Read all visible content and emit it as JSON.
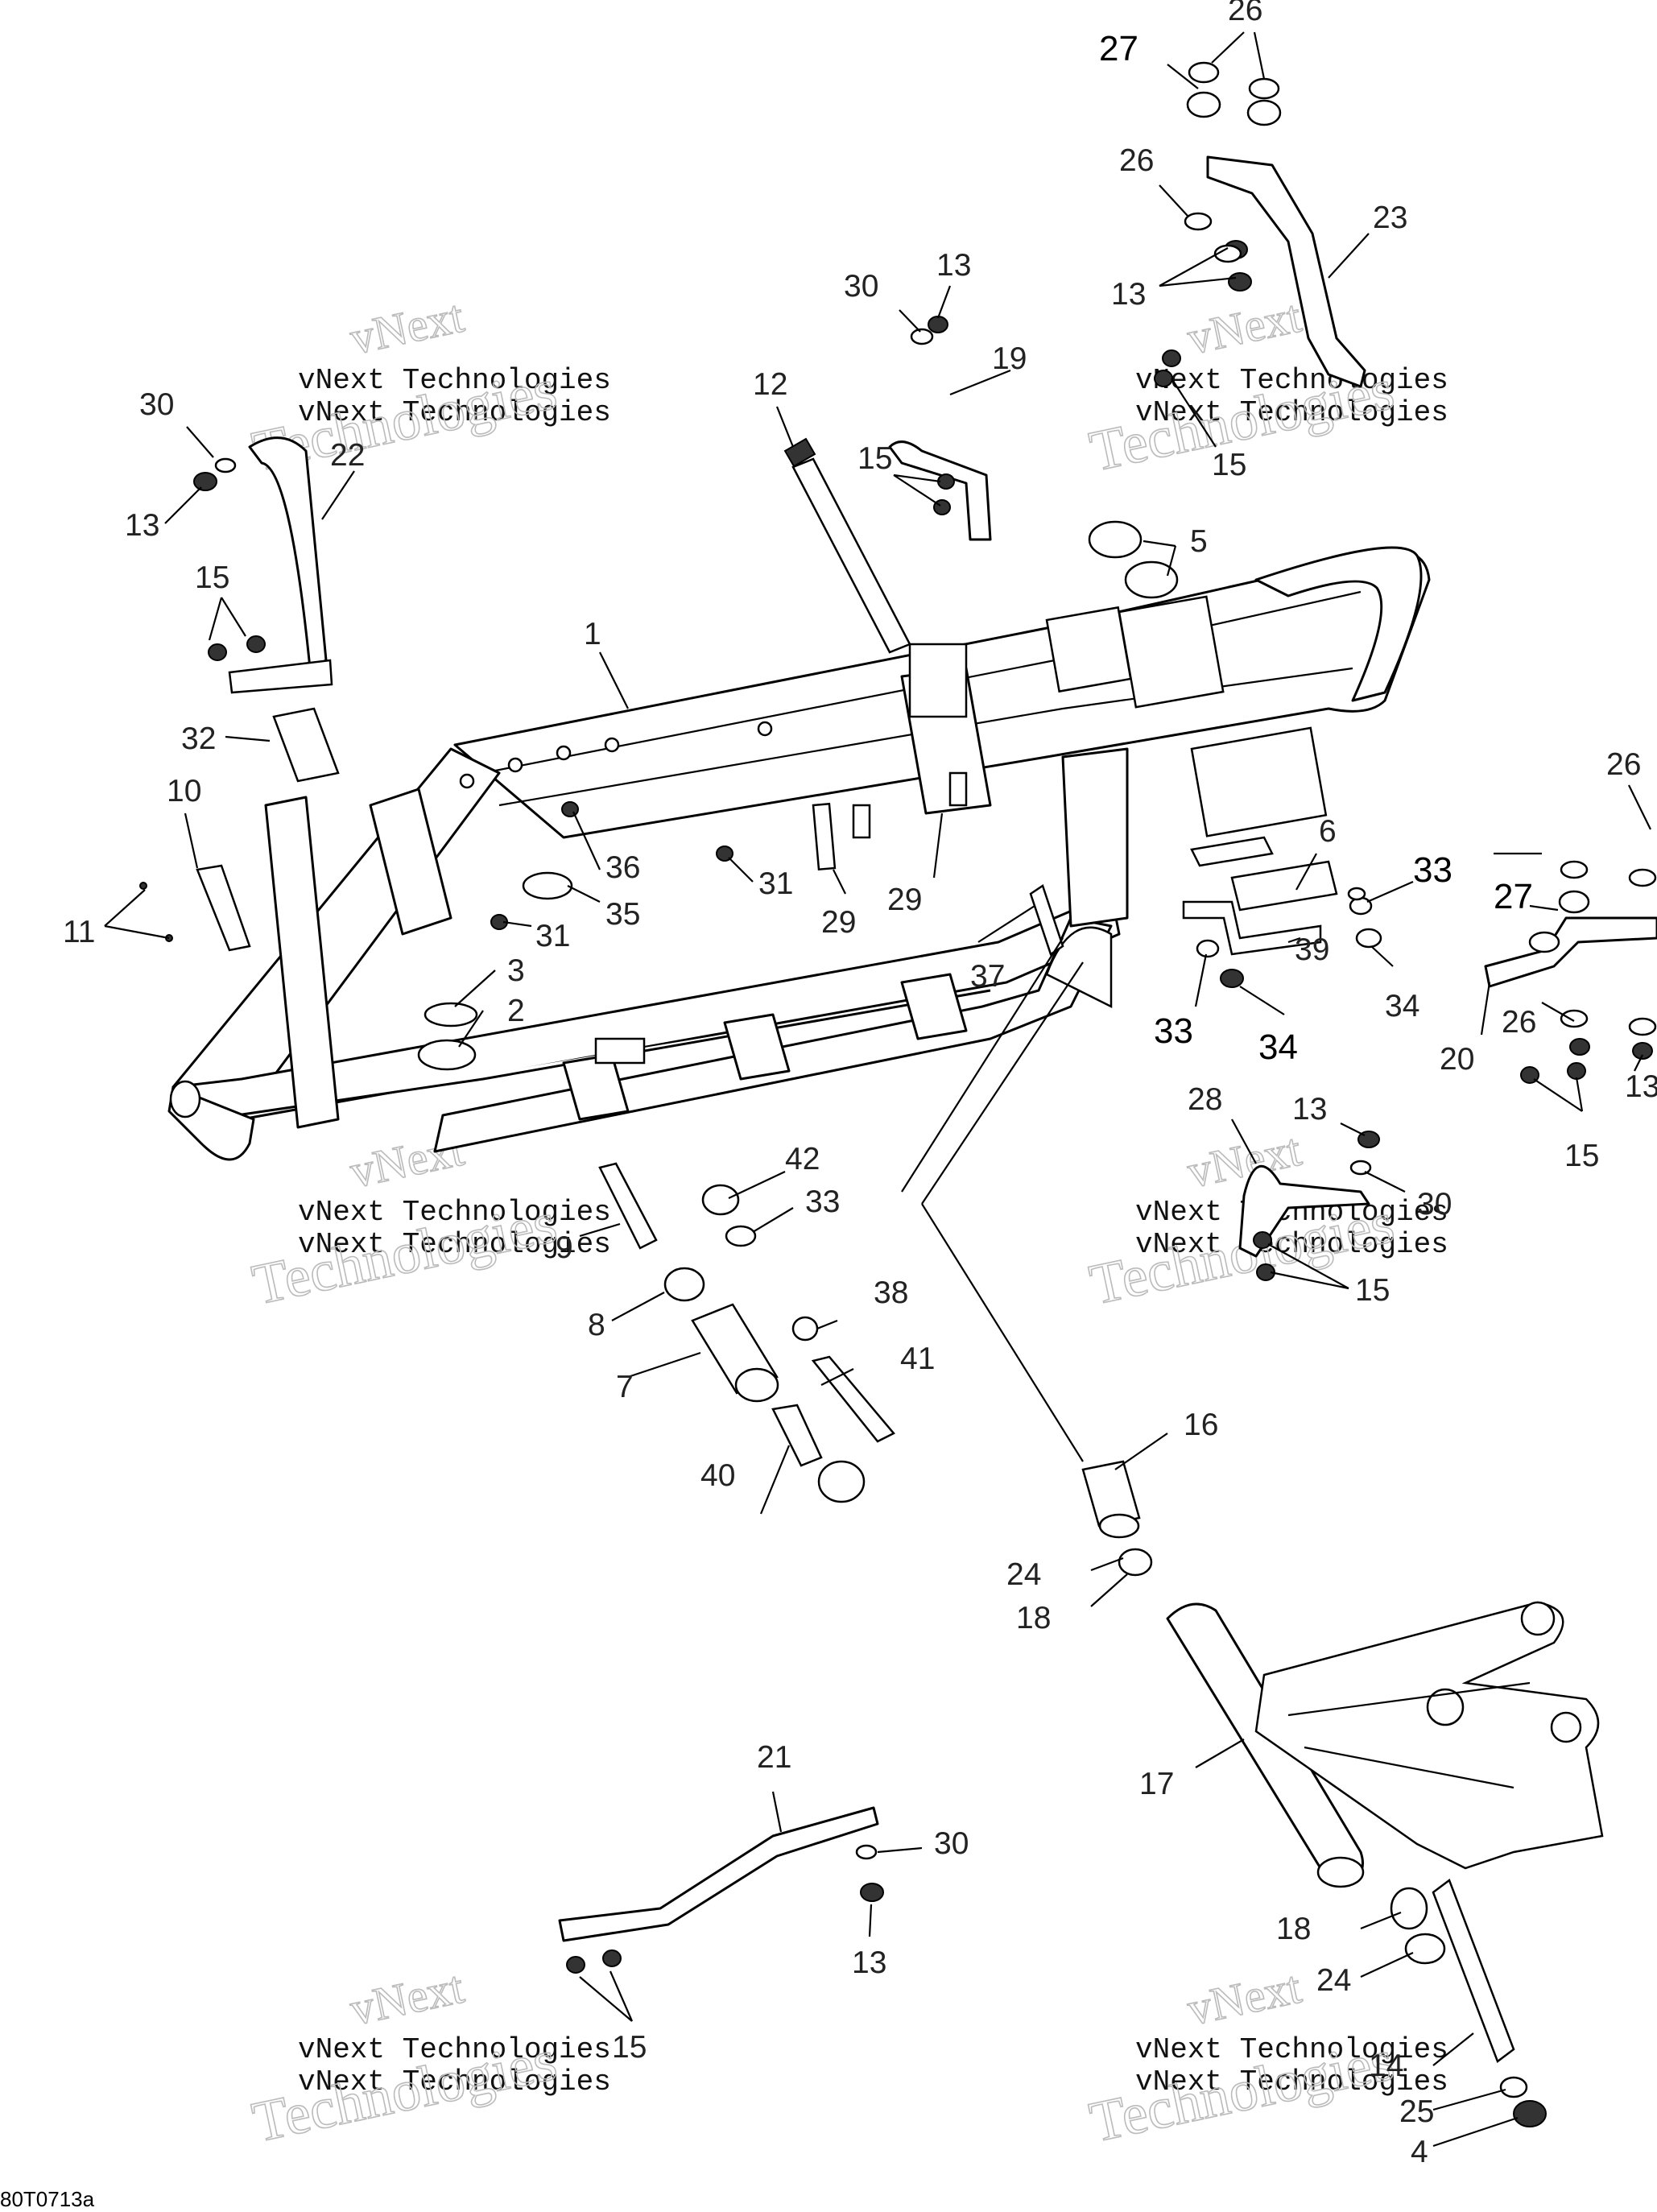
{
  "diagram": {
    "callouts": {
      "c1": "1",
      "c2": "2",
      "c3": "3",
      "c4": "4",
      "c5": "5",
      "c6": "6",
      "c7": "7",
      "c8": "8",
      "c9": "9",
      "c10": "10",
      "c11": "11",
      "c12": "12",
      "c13a": "13",
      "c13b": "13",
      "c13c": "13",
      "c13d": "13",
      "c13e": "13",
      "c13f": "13",
      "c14": "14",
      "c15a": "15",
      "c15b": "15",
      "c15c": "15",
      "c15d": "15",
      "c15e": "15",
      "c15f": "15",
      "c16": "16",
      "c17": "17",
      "c18a": "18",
      "c18b": "18",
      "c19": "19",
      "c20": "20",
      "c21": "21",
      "c22": "22",
      "c23": "23",
      "c24a": "24",
      "c24b": "24",
      "c25": "25",
      "c26a": "26",
      "c26b": "26",
      "c26c": "26",
      "c26d": "26",
      "c27a": "27",
      "c27b": "27",
      "c28": "28",
      "c29a": "29",
      "c29b": "29",
      "c30a": "30",
      "c30b": "30",
      "c30c": "30",
      "c30d": "30",
      "c31a": "31",
      "c31b": "31",
      "c32": "32",
      "c33a": "33",
      "c33b": "33",
      "c33c": "33",
      "c34a": "34",
      "c34b": "34",
      "c35": "35",
      "c36": "36",
      "c37": "37",
      "c38": "38",
      "c39": "39",
      "c40": "40",
      "c41": "41",
      "c42": "42"
    },
    "watermark": {
      "top_line": "vNext",
      "company": "vNext Technologies",
      "outline_word": "Technologies"
    },
    "figure_code": "80T0713a"
  }
}
